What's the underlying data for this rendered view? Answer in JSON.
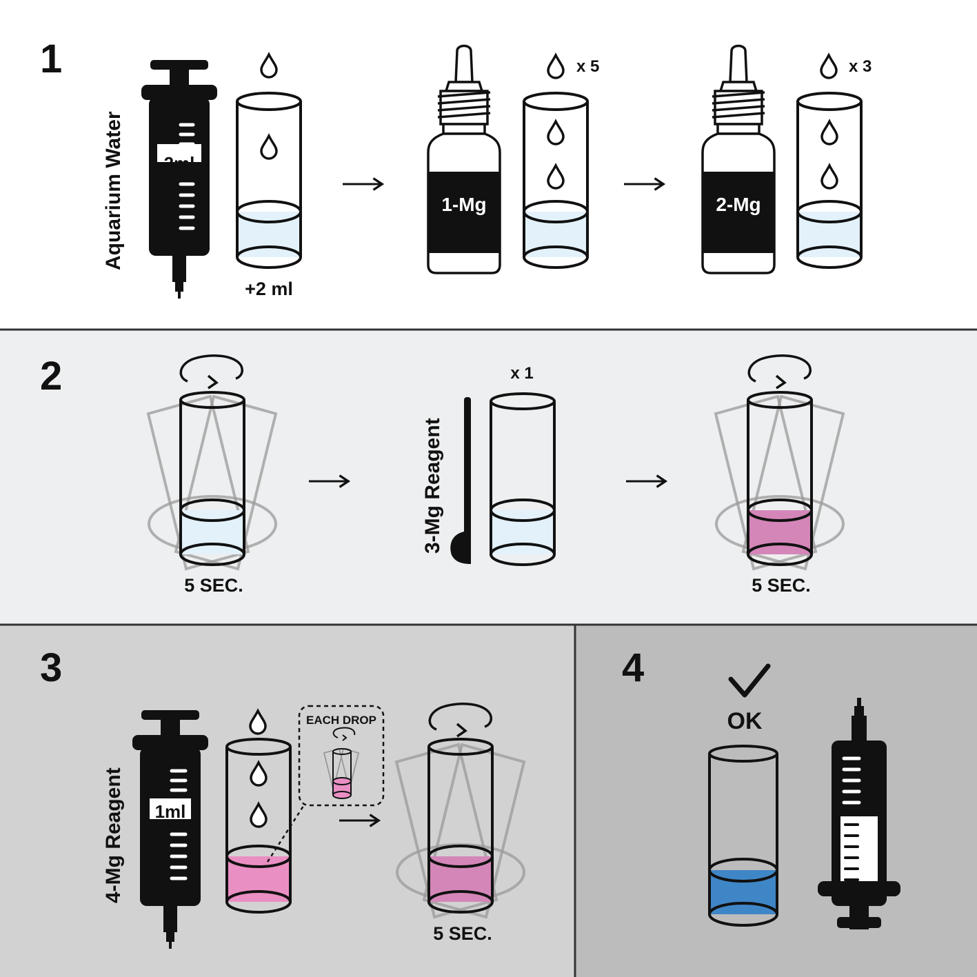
{
  "steps": {
    "one": {
      "number": "1",
      "syringe_label": "Aquarium Water",
      "syringe_volume": "2ml",
      "add_label": "+2 ml",
      "bottle1_label": "1-Mg",
      "bottle1_drops": "x 5",
      "bottle2_label": "2-Mg",
      "bottle2_drops": "x 3"
    },
    "two": {
      "number": "2",
      "swirl1_time": "5 SEC.",
      "spoon_label": "3-Mg Reagent",
      "spoon_count": "x 1",
      "swirl2_time": "5 SEC."
    },
    "three": {
      "number": "3",
      "syringe_label": "4-Mg Reagent",
      "syringe_volume": "1ml",
      "inset_label": "EACH DROP",
      "swirl_time": "5 SEC."
    },
    "four": {
      "number": "4",
      "result_label": "OK"
    }
  },
  "colors": {
    "panel2_bg": "#eeeff0",
    "panel3_bg": "#d2d2d2",
    "panel4_bg": "#bcbcbc",
    "water": "#e3f1fb",
    "pink": "#e98fc3",
    "pink_dark": "#d486b8",
    "blue": "#3f86c6",
    "ink": "#111111"
  },
  "icons": [
    "syringe-icon",
    "drop-icon",
    "dropper-bottle-icon",
    "arrow-right-icon",
    "swirl-arrow-icon",
    "spoon-icon",
    "checkmark-icon",
    "test-tube-icon"
  ]
}
